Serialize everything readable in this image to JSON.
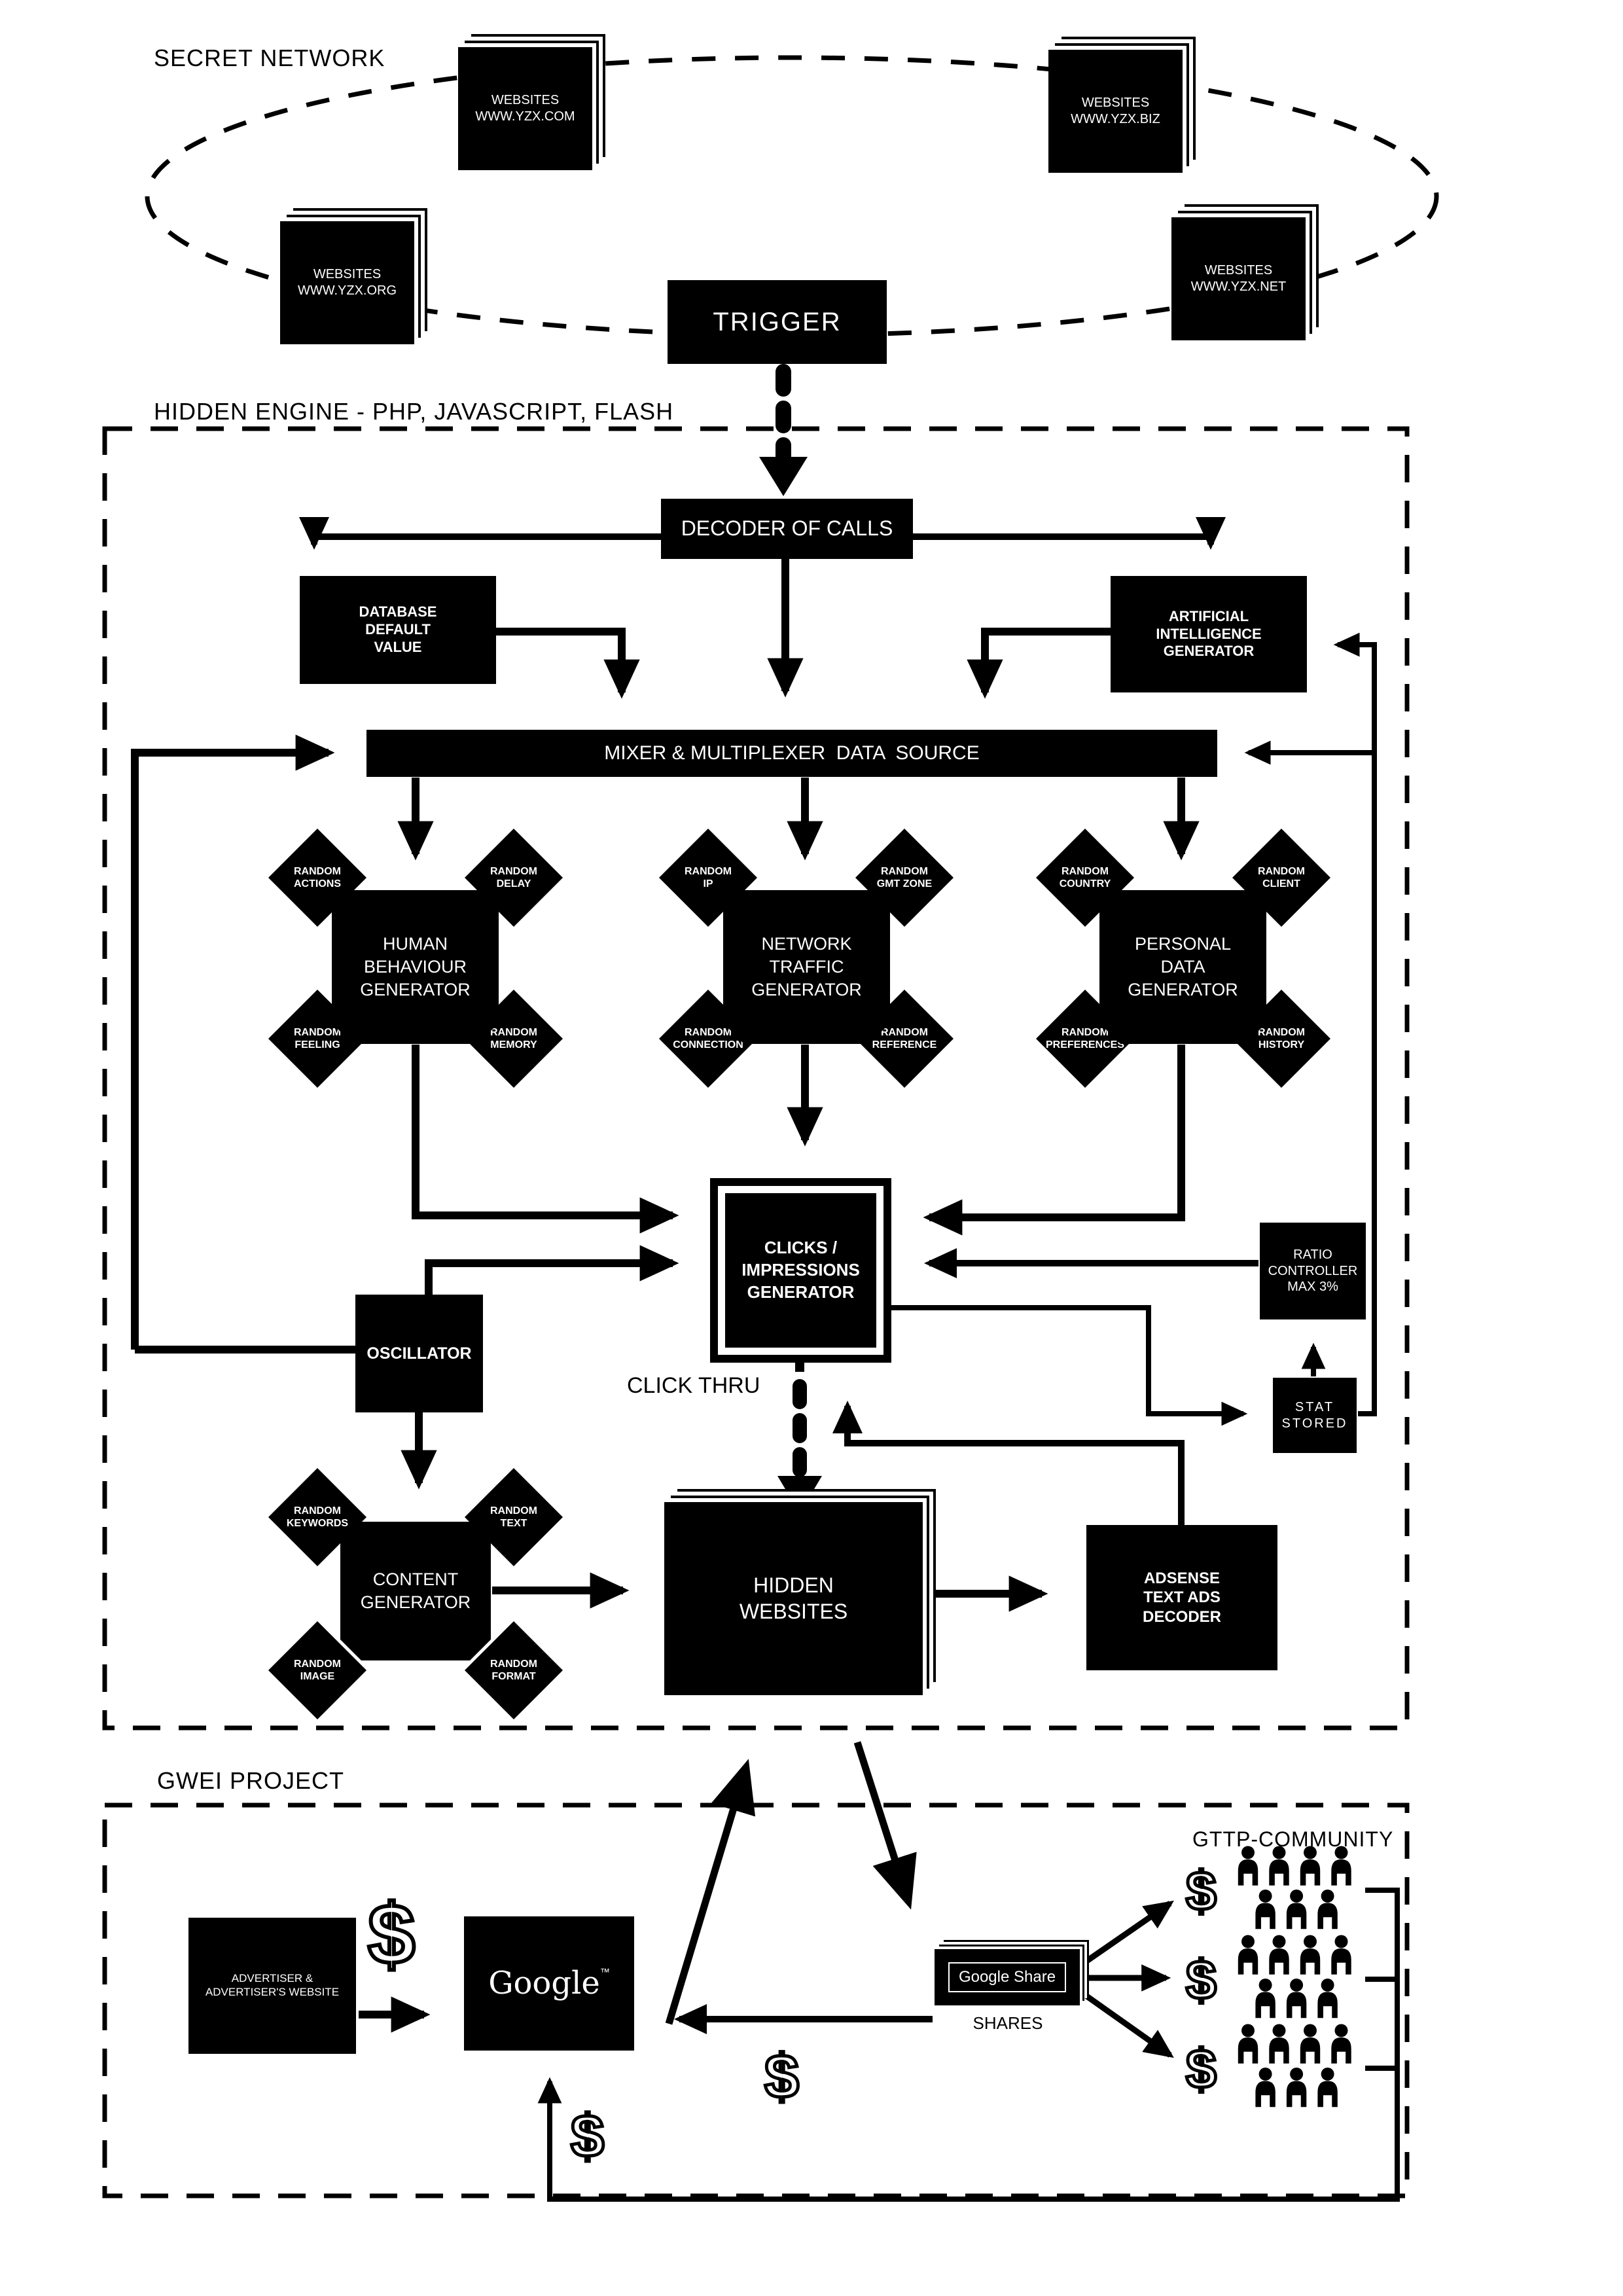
{
  "icons": {
    "dollar": "$"
  },
  "secret_network": {
    "label": "SECRET NETWORK",
    "sites": [
      {
        "label": "WEBSITES\nWWW.YZX.COM"
      },
      {
        "label": "WEBSITES\nWWW.YZX.BIZ"
      },
      {
        "label": "WEBSITES\nWWW.YZX.ORG"
      },
      {
        "label": "WEBSITES\nWWW.YZX.NET"
      }
    ],
    "trigger": "TRIGGER"
  },
  "hidden_engine": {
    "label": "HIDDEN ENGINE - PHP, JAVASCRIPT, FLASH",
    "decoder": "DECODER OF CALLS",
    "database": "DATABASE\nDEFAULT\nVALUE",
    "ai": "ARTIFICIAL\nINTELLIGENCE\nGENERATOR",
    "mixer": "MIXER & MULTIPLEXER  DATA  SOURCE",
    "generators": [
      {
        "label": "HUMAN\nBEHAVIOUR\nGENERATOR",
        "diamonds": [
          "RANDOM\nACTIONS",
          "RANDOM\nDELAY",
          "RANDOM\nFEELING",
          "RANDOM\nMEMORY"
        ]
      },
      {
        "label": "NETWORK\nTRAFFIC\nGENERATOR",
        "diamonds": [
          "RANDOM\nIP",
          "RANDOM\nGMT ZONE",
          "RANDOM\nCONNECTION",
          "RANDOM\nREFERENCE"
        ]
      },
      {
        "label": "PERSONAL\nDATA\nGENERATOR",
        "diamonds": [
          "RANDOM\nCOUNTRY",
          "RANDOM\nCLIENT",
          "RANDOM\nPREFERENCES",
          "RANDOM\nHISTORY"
        ]
      }
    ],
    "clicks": "CLICKS /\nIMPRESSIONS\nGENERATOR",
    "oscillator": "OSCILLATOR",
    "ratio": "RATIO\nCONTROLLER\nMAX 3%",
    "stat": "STAT\nSTORED",
    "click_thru": "CLICK THRU",
    "content": {
      "label": "CONTENT\nGENERATOR",
      "diamonds": [
        "RANDOM\nKEYWORDS",
        "RANDOM\nTEXT",
        "RANDOM\nIMAGE",
        "RANDOM\nFORMAT"
      ]
    },
    "hidden_websites": "HIDDEN\nWEBSITES",
    "adsense": "ADSENSE\nTEXT ADS\nDECODER"
  },
  "gwei": {
    "label": "GWEI PROJECT",
    "advertiser": "ADVERTISER &\nADVERTISER'S WEBSITE",
    "google_logo": "Google",
    "google_tm": "™",
    "share": "Google Share",
    "shares_label": "SHARES",
    "community_label": "GTTP-COMMUNITY"
  },
  "colors": {
    "ink": "#000000",
    "paper": "#ffffff"
  }
}
